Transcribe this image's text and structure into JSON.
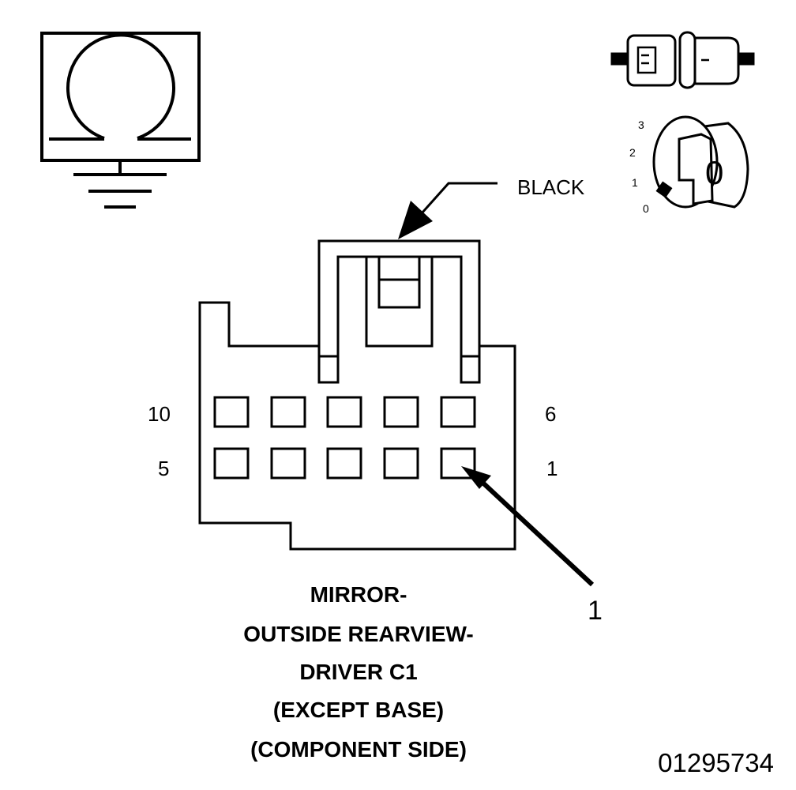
{
  "connector": {
    "color_label": "BLACK",
    "pin_labels": {
      "top_left": "10",
      "top_right": "6",
      "bottom_left": "5",
      "bottom_right": "1"
    }
  },
  "callout": {
    "number": "1"
  },
  "ignition": {
    "positions": [
      "3",
      "2",
      "1",
      "0"
    ],
    "key_symbol": "0"
  },
  "title_lines": [
    "MIRROR-",
    "OUTSIDE REARVIEW-",
    "DRIVER C1",
    "(EXCEPT BASE)",
    "(COMPONENT SIDE)"
  ],
  "figure_id": "01295734"
}
